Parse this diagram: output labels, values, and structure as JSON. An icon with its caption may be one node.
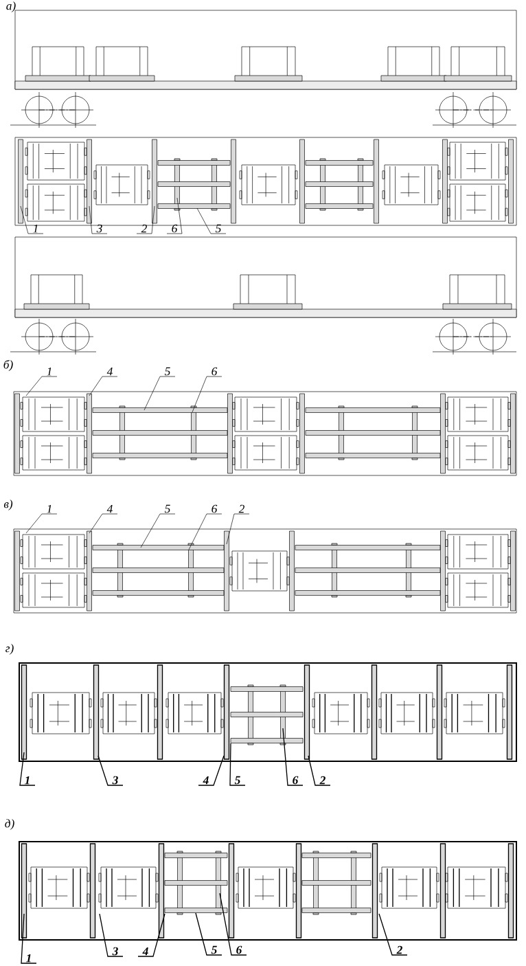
{
  "diagram": {
    "nodes": [
      {
        "text": [
          "1"
        ]
      },
      {
        "text": [
          "3"
        ]
      },
      {
        "text": [
          "2"
        ]
      },
      {
        "text": [
          "6"
        ]
      },
      {
        "text": [
          "5"
        ]
      },
      {
        "text": [
          "1"
        ]
      },
      {
        "text": [
          "4"
        ]
      },
      {
        "text": [
          "5"
        ]
      },
      {
        "text": [
          "6"
        ]
      },
      {
        "text": [
          "1"
        ]
      },
      {
        "text": [
          "4"
        ]
      },
      {
        "text": [
          "5"
        ]
      },
      {
        "text": [
          "6"
        ]
      },
      {
        "text": [
          "2"
        ]
      },
      {
        "text": [
          "1"
        ]
      },
      {
        "text": [
          "3"
        ]
      },
      {
        "text": [
          "4"
        ]
      },
      {
        "text": [
          "5"
        ]
      },
      {
        "text": [
          "6"
        ]
      },
      {
        "text": [
          "2"
        ]
      },
      {
        "text": [
          "1"
        ]
      },
      {
        "text": [
          "3"
        ]
      },
      {
        "text": [
          "4"
        ]
      },
      {
        "text": [
          "5"
        ]
      },
      {
        "text": [
          "6"
        ]
      },
      {
        "text": [
          "2"
        ]
      }
    ],
    "edges": [
      {
        "from": 0,
        "to": null,
        "arrow": "none"
      },
      {
        "from": 1,
        "to": null,
        "arrow": "none"
      },
      {
        "from": 2,
        "to": null,
        "arrow": "none"
      },
      {
        "from": 3,
        "to": null,
        "arrow": "none"
      },
      {
        "from": 4,
        "to": null,
        "arrow": "none"
      },
      {
        "from": 5,
        "to": null,
        "arrow": "none"
      },
      {
        "from": 6,
        "to": null,
        "arrow": "none"
      },
      {
        "from": 7,
        "to": null,
        "arrow": "none"
      },
      {
        "from": 8,
        "to": null,
        "arrow": "none"
      },
      {
        "from": 9,
        "to": null,
        "arrow": "none"
      },
      {
        "from": 10,
        "to": null,
        "arrow": "none"
      },
      {
        "from": 11,
        "to": null,
        "arrow": "none"
      },
      {
        "from": 12,
        "to": null,
        "arrow": "none"
      },
      {
        "from": 13,
        "to": null,
        "arrow": "none"
      },
      {
        "from": 14,
        "to": null,
        "arrow": "none"
      },
      {
        "from": 15,
        "to": null,
        "arrow": "none"
      },
      {
        "from": 16,
        "to": null,
        "arrow": "none"
      },
      {
        "from": 17,
        "to": null,
        "arrow": "none"
      },
      {
        "from": 18,
        "to": null,
        "arrow": "none"
      },
      {
        "from": 19,
        "to": null,
        "arrow": "none"
      },
      {
        "from": 20,
        "to": null,
        "arrow": "none"
      },
      {
        "from": 21,
        "to": null,
        "arrow": "none"
      },
      {
        "from": 22,
        "to": null,
        "arrow": "none"
      },
      {
        "from": 23,
        "to": null,
        "arrow": "none"
      },
      {
        "from": 24,
        "to": null,
        "arrow": "none"
      },
      {
        "from": 25,
        "to": null,
        "arrow": "none"
      }
    ],
    "labels": [
      "а)",
      "б)",
      "в)",
      "г)",
      "д)"
    ]
  }
}
